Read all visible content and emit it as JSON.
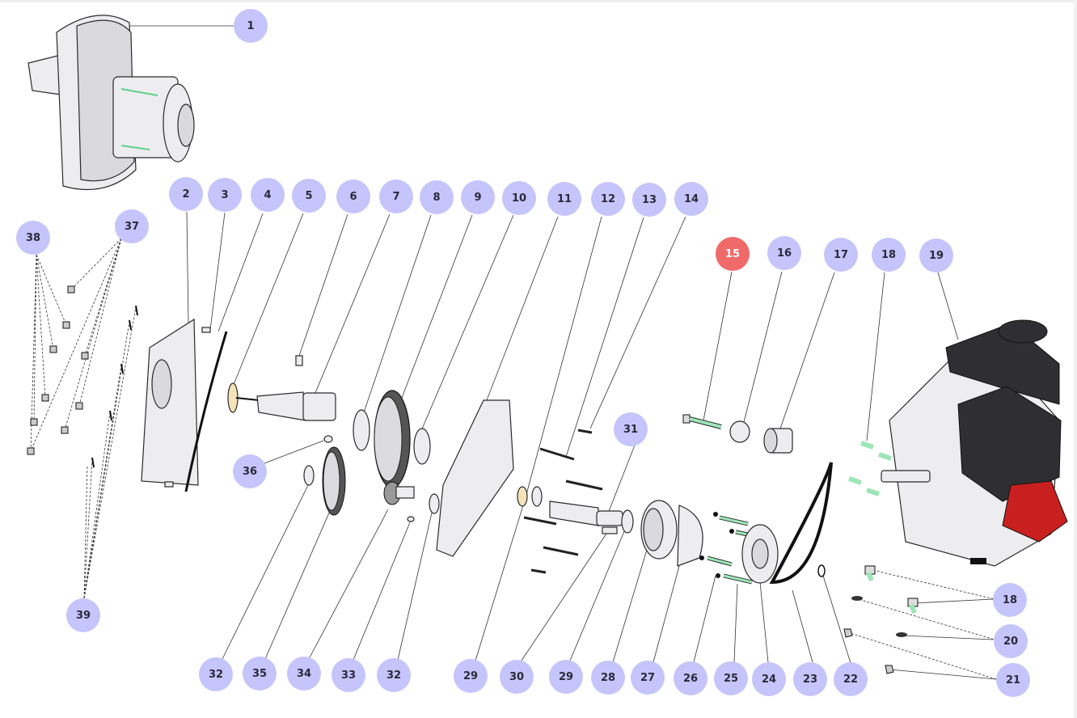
{
  "diagram": {
    "active_callout": "15",
    "colors": {
      "callout_fill": "#c5c4fb",
      "callout_active_fill": "#f06a6a",
      "callout_text": "#2a2a3a",
      "part_fill": "#ededf0",
      "part_outline": "#2a2a2a",
      "engine_red": "#c8201e",
      "engine_black": "#2f2f33",
      "pin_green": "#9ee6b8"
    },
    "callouts": [
      {
        "id": "c1",
        "label": "1"
      },
      {
        "id": "c2",
        "label": "2"
      },
      {
        "id": "c3",
        "label": "3"
      },
      {
        "id": "c4",
        "label": "4"
      },
      {
        "id": "c5",
        "label": "5"
      },
      {
        "id": "c6",
        "label": "6"
      },
      {
        "id": "c7",
        "label": "7"
      },
      {
        "id": "c8",
        "label": "8"
      },
      {
        "id": "c9",
        "label": "9"
      },
      {
        "id": "c10",
        "label": "10"
      },
      {
        "id": "c11",
        "label": "11"
      },
      {
        "id": "c12",
        "label": "12"
      },
      {
        "id": "c13",
        "label": "13"
      },
      {
        "id": "c14",
        "label": "14"
      },
      {
        "id": "c15",
        "label": "15"
      },
      {
        "id": "c16",
        "label": "16"
      },
      {
        "id": "c17",
        "label": "17"
      },
      {
        "id": "c18a",
        "label": "18"
      },
      {
        "id": "c19",
        "label": "19"
      },
      {
        "id": "c38",
        "label": "38"
      },
      {
        "id": "c37",
        "label": "37"
      },
      {
        "id": "c36",
        "label": "36"
      },
      {
        "id": "c31",
        "label": "31"
      },
      {
        "id": "c39",
        "label": "39"
      },
      {
        "id": "c18b",
        "label": "18"
      },
      {
        "id": "c20",
        "label": "20"
      },
      {
        "id": "c21",
        "label": "21"
      },
      {
        "id": "c32a",
        "label": "32"
      },
      {
        "id": "c35",
        "label": "35"
      },
      {
        "id": "c34",
        "label": "34"
      },
      {
        "id": "c33",
        "label": "33"
      },
      {
        "id": "c32b",
        "label": "32"
      },
      {
        "id": "c29a",
        "label": "29"
      },
      {
        "id": "c30",
        "label": "30"
      },
      {
        "id": "c29b",
        "label": "29"
      },
      {
        "id": "c28",
        "label": "28"
      },
      {
        "id": "c27",
        "label": "27"
      },
      {
        "id": "c26",
        "label": "26"
      },
      {
        "id": "c25",
        "label": "25"
      },
      {
        "id": "c24",
        "label": "24"
      },
      {
        "id": "c23",
        "label": "23"
      },
      {
        "id": "c22",
        "label": "22"
      }
    ]
  }
}
